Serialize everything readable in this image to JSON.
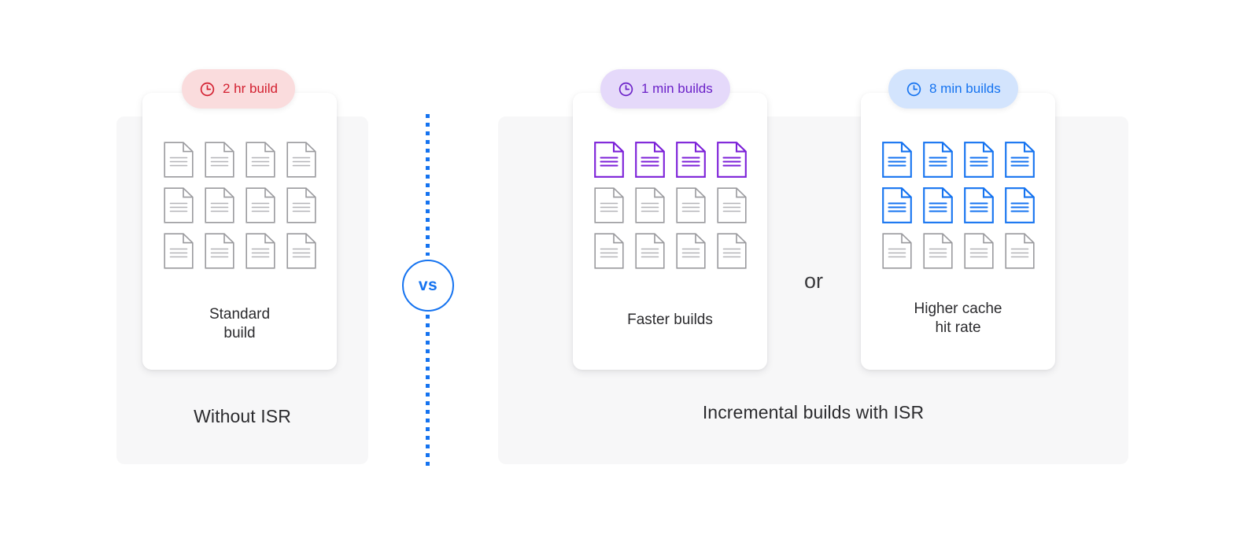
{
  "diagram": {
    "title_not_shown": null,
    "divider": {
      "vs_label": "vs",
      "vs_icon": "circle-outline",
      "line_style": "dotted",
      "line_color": "#1573f0"
    },
    "or_separator": {
      "label": "or"
    },
    "colors": {
      "red_accent": "#d32030",
      "red_bg": "#fadcdd",
      "purple_accent": "#6b21c8",
      "purple_bg": "#e5d9fa",
      "purple_icon": "#7c20d8",
      "blue_accent": "#1573f0",
      "blue_bg": "#d3e4fd",
      "gray_icon": "#9a9a9e",
      "section_bg": "#f7f7f8",
      "card_bg": "#ffffff",
      "text": "#2b2b2e"
    }
  },
  "sections": [
    {
      "id": "without-isr",
      "label": "Without ISR",
      "cards": [
        {
          "id": "standard-build",
          "badge": {
            "icon": "clock-icon",
            "label": "2 hr build",
            "color": "red"
          },
          "caption_lines": [
            "Standard",
            "build"
          ],
          "doc_grid": {
            "rows": 3,
            "cols": 4,
            "highlighted_rows": 0,
            "highlight_color": "none",
            "row_states": [
              "gray",
              "gray",
              "gray"
            ]
          }
        }
      ]
    },
    {
      "id": "incremental-builds-with-isr",
      "label": "Incremental builds with ISR",
      "cards": [
        {
          "id": "faster-builds",
          "badge": {
            "icon": "clock-icon",
            "label": "1 min builds",
            "color": "purple"
          },
          "caption_lines": [
            "Faster builds"
          ],
          "doc_grid": {
            "rows": 3,
            "cols": 4,
            "highlighted_rows": 1,
            "highlight_color": "purple",
            "row_states": [
              "purple",
              "gray",
              "gray"
            ]
          }
        },
        {
          "id": "higher-cache-hit-rate",
          "badge": {
            "icon": "clock-icon",
            "label": "8 min builds",
            "color": "blue"
          },
          "caption_lines": [
            "Higher cache",
            "hit rate"
          ],
          "doc_grid": {
            "rows": 3,
            "cols": 4,
            "highlighted_rows": 2,
            "highlight_color": "blue",
            "row_states": [
              "blue",
              "blue",
              "gray"
            ]
          }
        }
      ]
    }
  ]
}
